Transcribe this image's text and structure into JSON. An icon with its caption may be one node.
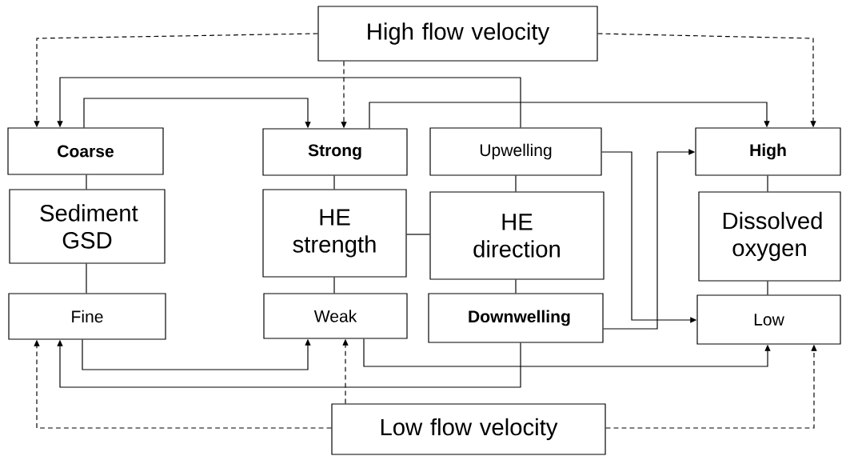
{
  "diagram": {
    "nodes": [
      {
        "text": [
          "High flow velocity"
        ]
      },
      {
        "text": [
          "Coarse"
        ]
      },
      {
        "text": [
          "Sediment GSD"
        ]
      },
      {
        "text": [
          "Fine"
        ]
      },
      {
        "text": [
          "Strong"
        ]
      },
      {
        "text": [
          "HE strength"
        ]
      },
      {
        "text": [
          "Weak"
        ]
      },
      {
        "text": [
          "Upwelling"
        ]
      },
      {
        "text": [
          "HE direction"
        ]
      },
      {
        "text": [
          "Downwelling"
        ]
      },
      {
        "text": [
          "High"
        ]
      },
      {
        "text": [
          "Dissolved oxygen"
        ]
      },
      {
        "text": [
          "Low"
        ]
      },
      {
        "text": [
          "Low flow velocity"
        ]
      }
    ],
    "edges": [
      {
        "from": 0,
        "to": 1,
        "arrow": "to",
        "style": "dashed"
      },
      {
        "from": 0,
        "to": 4,
        "arrow": "to",
        "style": "dashed"
      },
      {
        "from": 0,
        "to": 10,
        "arrow": "to",
        "style": "dashed"
      },
      {
        "from": 1,
        "to": 4,
        "arrow": "to"
      },
      {
        "from": 7,
        "to": 1,
        "arrow": "to"
      },
      {
        "from": 4,
        "to": 10,
        "arrow": "to"
      },
      {
        "from": 7,
        "to": 12,
        "arrow": "to"
      },
      {
        "from": 9,
        "to": 10,
        "arrow": "to"
      },
      {
        "from": 3,
        "to": 6,
        "arrow": "to"
      },
      {
        "from": 9,
        "to": 3,
        "arrow": "to"
      },
      {
        "from": 6,
        "to": 12,
        "arrow": "to"
      },
      {
        "from": 13,
        "to": 3,
        "arrow": "to",
        "style": "dashed"
      },
      {
        "from": 13,
        "to": 6,
        "arrow": "to",
        "style": "dashed"
      },
      {
        "from": 13,
        "to": 12,
        "arrow": "to",
        "style": "dashed"
      },
      {
        "from": 1,
        "to": 2,
        "arrow": "none"
      },
      {
        "from": 2,
        "to": 3,
        "arrow": "none"
      },
      {
        "from": 4,
        "to": 5,
        "arrow": "none"
      },
      {
        "from": 5,
        "to": 6,
        "arrow": "none"
      },
      {
        "from": 5,
        "to": 8,
        "arrow": "none"
      },
      {
        "from": 7,
        "to": 8,
        "arrow": "none"
      },
      {
        "from": 8,
        "to": 9,
        "arrow": "none"
      },
      {
        "from": 10,
        "to": 11,
        "arrow": "none"
      },
      {
        "from": 11,
        "to": 12,
        "arrow": "none"
      }
    ]
  }
}
